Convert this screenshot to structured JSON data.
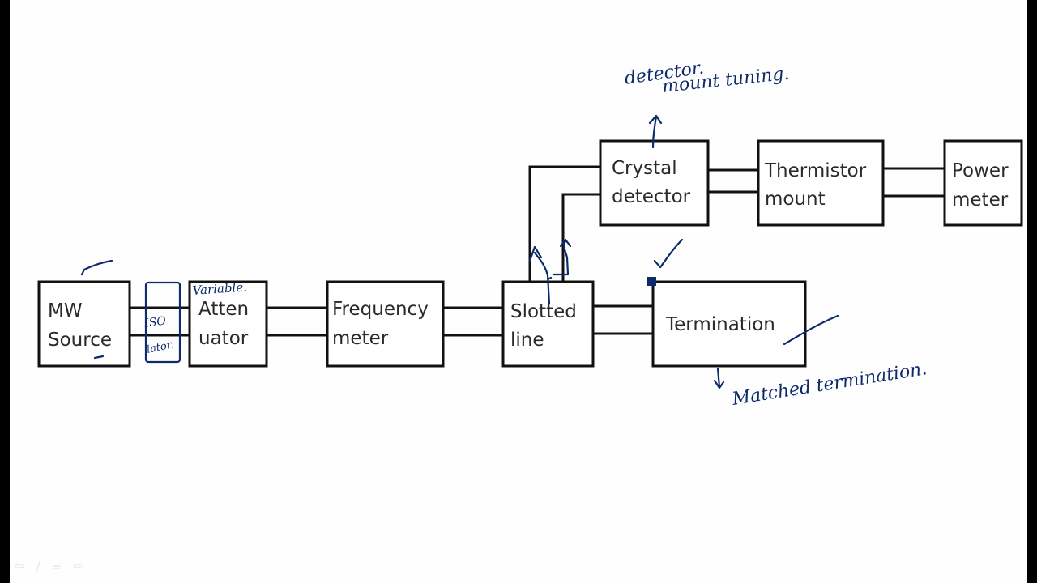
{
  "diagram": {
    "title": "Microwave measurement bench setup",
    "blocks": [
      {
        "id": "mw-source",
        "lines": [
          "MW",
          "Source"
        ]
      },
      {
        "id": "attenuator",
        "lines": [
          "Atten",
          "uator"
        ]
      },
      {
        "id": "frequency-meter",
        "lines": [
          "Frequency",
          "meter"
        ]
      },
      {
        "id": "slotted-line",
        "lines": [
          "Slotted",
          "line"
        ]
      },
      {
        "id": "termination",
        "lines": [
          "Termination"
        ]
      },
      {
        "id": "crystal-detector",
        "lines": [
          "Crystal",
          "detector"
        ]
      },
      {
        "id": "thermistor-mount",
        "lines": [
          "Thermistor",
          "mount"
        ]
      },
      {
        "id": "power-meter",
        "lines": [
          "Power",
          "meter"
        ]
      }
    ],
    "connections": [
      [
        "mw-source",
        "attenuator"
      ],
      [
        "attenuator",
        "frequency-meter"
      ],
      [
        "frequency-meter",
        "slotted-line"
      ],
      [
        "slotted-line",
        "termination"
      ],
      [
        "slotted-line",
        "crystal-detector"
      ],
      [
        "crystal-detector",
        "thermistor-mount"
      ],
      [
        "thermistor-mount",
        "power-meter"
      ]
    ],
    "annotations": {
      "detector_mount_tuning_line1": "detector.",
      "detector_mount_tuning_line2": "mount  tuning.",
      "variable": "Variable.",
      "isolator_box_line1": "ISO",
      "isolator_box_line2": "lator.",
      "matched_termination": "Matched termination."
    },
    "ink_color": "#0d2a6b"
  },
  "player_controls": {
    "prev_icon": "⇦",
    "pen_icon": "∕",
    "menu_icon": "≡",
    "next_icon": "⇨"
  }
}
